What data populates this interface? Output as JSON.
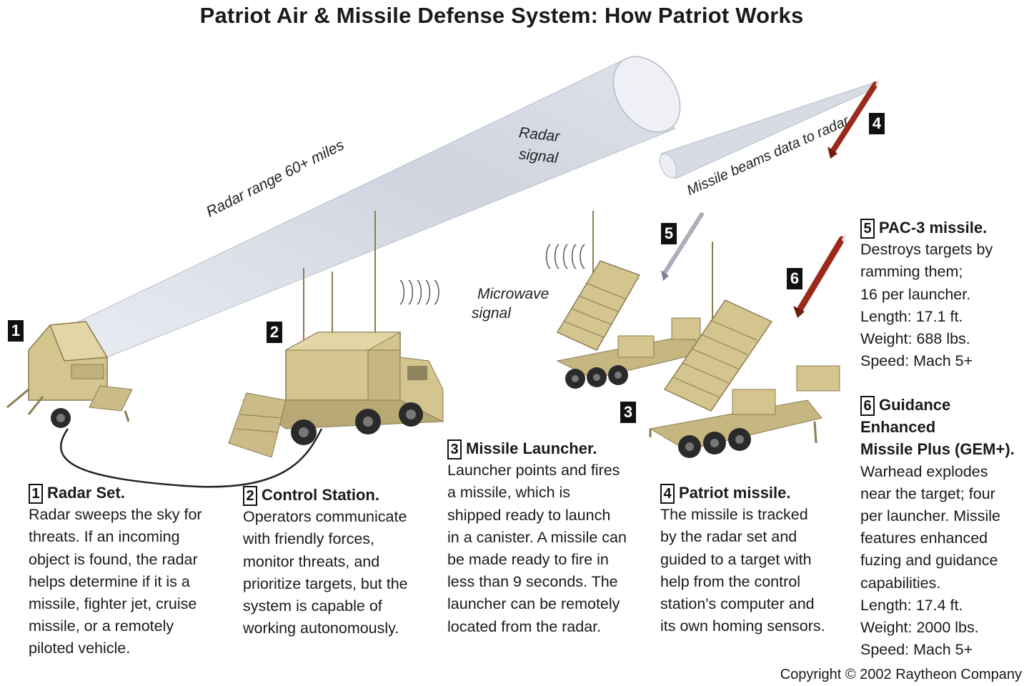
{
  "title": "Patriot Air & Missile Defense System: How Patriot Works",
  "labels": {
    "radar_range": "Radar range 60+ miles",
    "radar_signal_1": "Radar",
    "radar_signal_2": "signal",
    "microwave_1": "Microwave",
    "microwave_2": "signal",
    "missile_beams": "Missile beams data to radar"
  },
  "badges": [
    "1",
    "2",
    "3",
    "4",
    "5",
    "6"
  ],
  "items": [
    {
      "num": "1",
      "heading": "Radar Set.",
      "lines": [
        "Radar sweeps the sky for",
        "threats. If an incoming",
        "object is found, the radar",
        "helps determine if it is a",
        "missile, fighter jet, cruise",
        "missile, or a remotely",
        "piloted vehicle."
      ]
    },
    {
      "num": "2",
      "heading": "Control Station.",
      "lines": [
        "Operators communicate",
        "with friendly forces,",
        "monitor threats, and",
        "prioritize targets, but the",
        "system is capable of",
        "working autonomously."
      ]
    },
    {
      "num": "3",
      "heading": "Missile Launcher.",
      "lines": [
        "Launcher points and fires",
        "a  missile, which is",
        "shipped ready to launch",
        "in a canister. A missile can",
        "be made ready to fire in",
        "less than 9 seconds. The",
        "launcher can be remotely",
        "located from the radar."
      ]
    },
    {
      "num": "4",
      "heading": "Patriot missile.",
      "lines": [
        "The missile is tracked",
        "by the radar set and",
        "guided to a target with",
        "help from the control",
        "station's computer and",
        "its own homing sensors."
      ]
    },
    {
      "num": "5",
      "heading": "PAC-3 missile.",
      "lines": [
        "Destroys targets by",
        "ramming them;",
        "16 per launcher.",
        "Length: 17.1 ft.",
        "Weight: 688 lbs.",
        "Speed: Mach 5+"
      ]
    },
    {
      "num": "6",
      "heading": "Guidance Enhanced",
      "heading2": "Missile Plus (GEM+).",
      "lines": [
        "Warhead explodes",
        "near the target; four",
        "per launcher. Missile",
        "features enhanced",
        "fuzing and guidance",
        "capabilities.",
        "Length: 17.4 ft.",
        "Weight: 2000 lbs.",
        "Speed: Mach 5+"
      ]
    }
  ],
  "copyright": "Copyright © 2002 Raytheon Company",
  "colors": {
    "vehicle": "#d4c48e",
    "vehicle_dark": "#a8986a",
    "beam": "#d9dde6",
    "missile_red": "#9c2a1c"
  }
}
